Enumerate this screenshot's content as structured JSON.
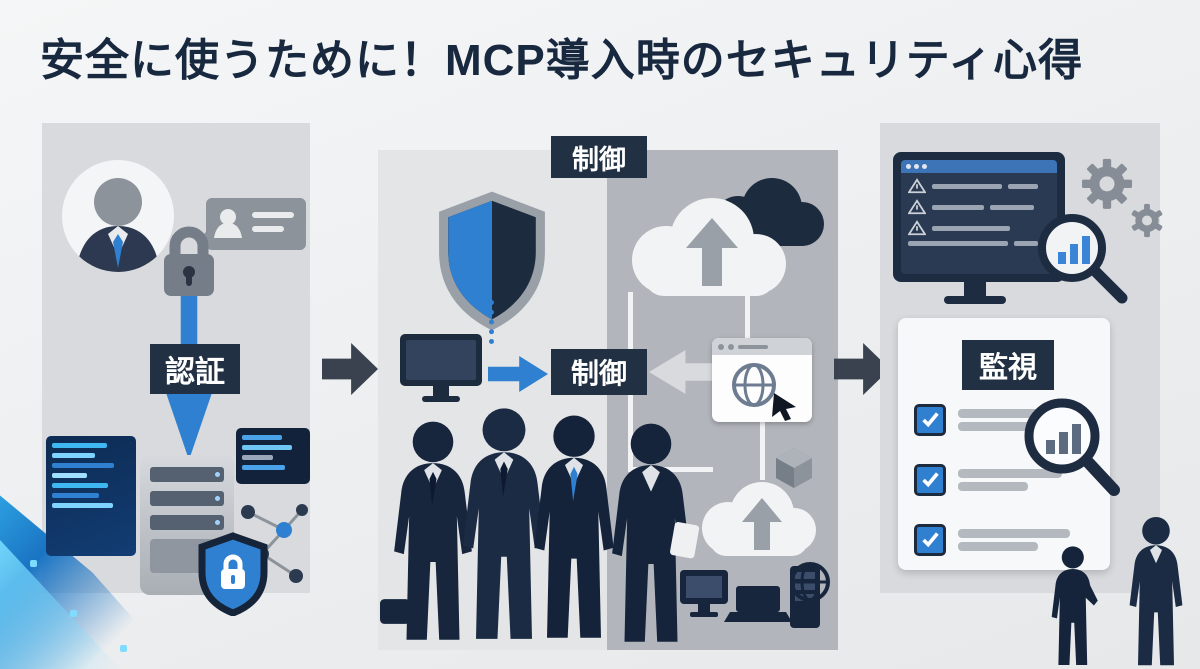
{
  "title": "安全に使うために！MCP導入時のセキュリティ心得",
  "labels": {
    "auth": "認証",
    "control_top": "制御",
    "control_mid": "制御",
    "monitor": "監視"
  },
  "colors": {
    "accent_blue": "#2f80d0",
    "dark_navy": "#1d2b3e",
    "label_bg": "#223044",
    "panel_gray": "#d8dadd",
    "panel_light_gray": "#e4e5e7",
    "panel_dark_gray": "#b2b5bb",
    "arrow_gray": "#3a4250",
    "decor_cyan": "#39bdf2"
  },
  "icons": {
    "user-avatar-icon": "businessperson avatar in circle",
    "id-bubble-icon": "speech bubble with id card",
    "padlock-icon": "padlock",
    "down-arrow-icon": "blue downward arrow",
    "server-icon": "server tower",
    "shield-lock-icon": "blue shield with padlock",
    "code-window-icon": "code window",
    "network-graph-icon": "connected network nodes",
    "circuit-decor": "digital data stream",
    "split-shield-icon": "blue and navy shield",
    "monitor-icon": "computer monitor",
    "business-people-icons": "businesspeople silhouettes",
    "cloud-upload-icon": "cloud with upload arrow",
    "dark-cloud-icon": "dark cloud",
    "browser-window-icon": "browser with globe and cursor",
    "cube-icon": "3d package box",
    "devices-icons": "monitor, laptop, server tower",
    "globe-icon": "globe",
    "tablet-person-icon": "businessman holding tablet",
    "alert-monitor-icon": "monitor with warning list",
    "gears-icon": "two gears",
    "magnifier-chart-icon": "magnifying glass over bar chart",
    "checklist-icon": "checklist with blue checkmarks",
    "observers-icon": "two businesspeople silhouettes"
  }
}
